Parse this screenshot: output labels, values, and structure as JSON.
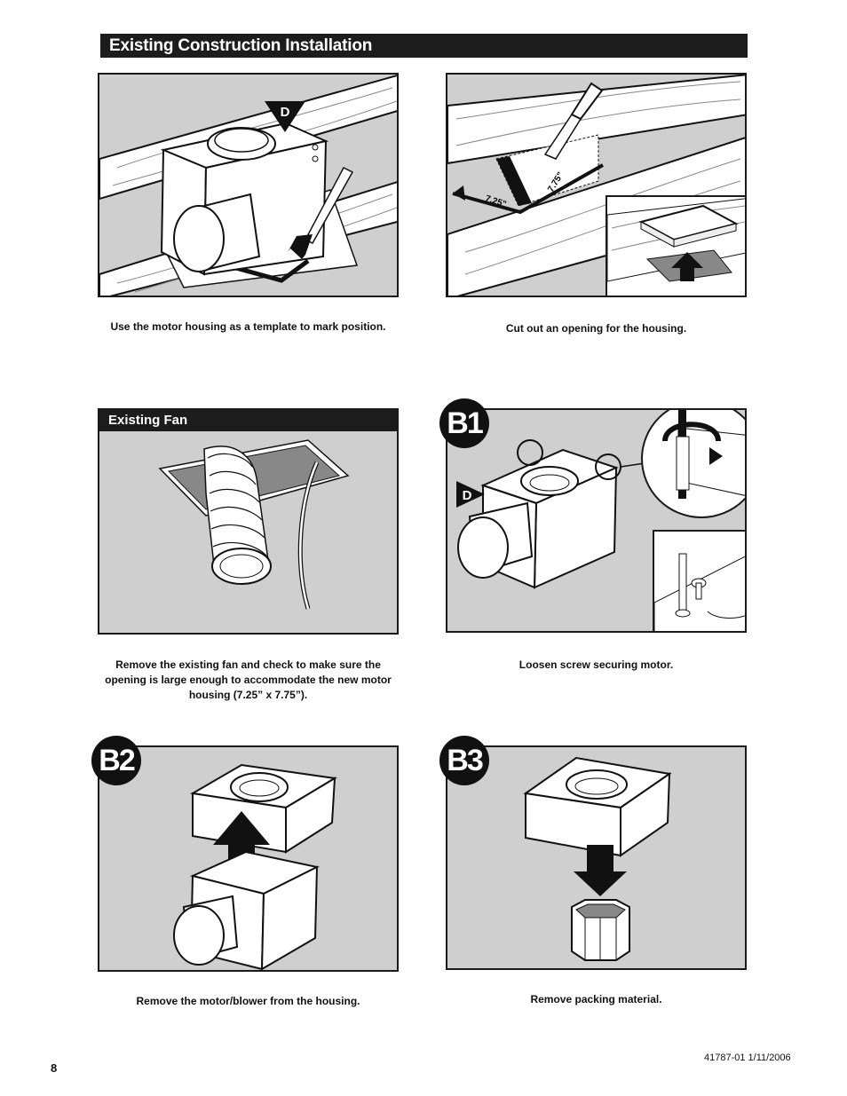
{
  "section_title": "Existing Construction Installation",
  "steps": {
    "mark": {
      "caption": "Use the motor housing as a template to mark position.",
      "callout": "D"
    },
    "cut": {
      "caption": "Cut out an opening for the housing.",
      "dim_width": "7.25\"",
      "dim_length": "7.75\""
    },
    "existing_fan": {
      "title": "Existing Fan",
      "caption": "Remove the existing fan and check to make sure the opening is large enough to accommodate the new motor housing (7.25” x 7.75”)."
    },
    "b1": {
      "badge": "B1",
      "callout": "D",
      "caption": "Loosen screw securing motor."
    },
    "b2": {
      "badge": "B2",
      "caption": "Remove the motor/blower from the housing."
    },
    "b3": {
      "badge": "B3",
      "caption": "Remove packing material."
    }
  },
  "footer": {
    "page_number": "8",
    "doc_id": "41787-01  1/11/2006"
  }
}
